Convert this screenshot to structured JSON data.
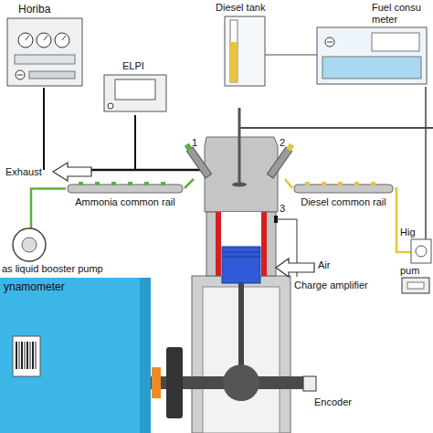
{
  "diagram": {
    "nodes": [
      {
        "text": [
          "Horiba"
        ]
      },
      {
        "text": [
          "ELPI"
        ]
      },
      {
        "text": [
          "Diesel tank"
        ]
      },
      {
        "text": [
          "Fuel consu meter"
        ]
      },
      {
        "text": [
          "Ammonia common rail"
        ]
      },
      {
        "text": [
          "as liquid booster pump"
        ]
      },
      {
        "text": [
          "Diesel common rail"
        ]
      },
      {
        "text": [
          "Hig",
          "pum"
        ]
      },
      {
        "text": [
          "Charge amplifier"
        ]
      },
      {
        "text": [
          "ynamometer"
        ]
      },
      {
        "text": [
          "Encoder"
        ]
      }
    ],
    "edges": [
      {
        "from": 5,
        "to": 4,
        "arrow": "none"
      },
      {
        "from": 3,
        "to": 7,
        "arrow": "none"
      },
      {
        "from": 7,
        "to": 6,
        "arrow": "none"
      }
    ],
    "labels": [
      "Exhaust",
      "1",
      "2",
      "3",
      "Air"
    ]
  }
}
